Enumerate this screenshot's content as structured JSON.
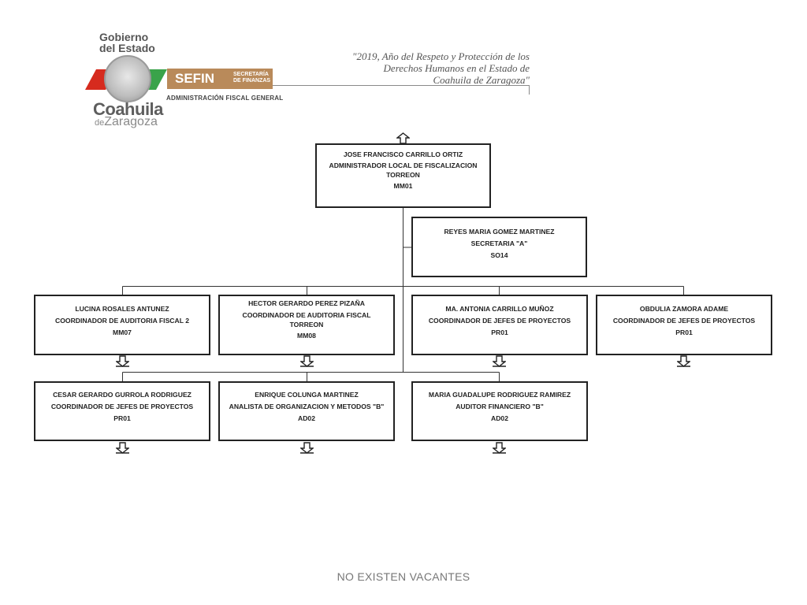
{
  "header": {
    "gobierno": "Gobierno",
    "del_estado": "del Estado",
    "coahuila": "Coahuila",
    "de": "de",
    "zaragoza": "Zaragoza",
    "sefin": "SEFIN",
    "secretaria_finanzas_1": "SECRETARÍA",
    "secretaria_finanzas_2": "DE FINANZAS",
    "admin_fiscal": "ADMINISTRACIÓN FISCAL GENERAL",
    "motto_1": "\"2019, Año del Respeto y Protección de los",
    "motto_2": "Derechos Humanos en el Estado de",
    "motto_3": "Coahuila de Zaragoza\""
  },
  "org": {
    "head": {
      "name": "JOSE FRANCISCO CARRILLO ORTIZ",
      "title": "ADMINISTRADOR LOCAL DE FISCALIZACION",
      "title2": "TORREON",
      "code": "MM01"
    },
    "secretary": {
      "name": "REYES MARIA GOMEZ MARTINEZ",
      "title": "SECRETARIA  \"A\"",
      "code": "SO14"
    },
    "level1": [
      {
        "name": "LUCINA ROSALES ANTUNEZ",
        "title": "COORDINADOR DE AUDITORIA FISCAL 2",
        "code": "MM07"
      },
      {
        "name": "HECTOR GERARDO PEREZ PIZAÑA",
        "title": "COORDINADOR DE AUDITORIA FISCAL",
        "title2": "TORREON",
        "code": "MM08"
      },
      {
        "name": "MA. ANTONIA CARRILLO MUÑOZ",
        "title": "COORDINADOR DE JEFES DE PROYECTOS",
        "code": "PR01"
      },
      {
        "name": "OBDULIA ZAMORA ADAME",
        "title": "COORDINADOR DE JEFES DE PROYECTOS",
        "code": "PR01"
      }
    ],
    "level2": [
      {
        "name": "CESAR GERARDO GURROLA RODRIGUEZ",
        "title": "COORDINADOR DE JEFES DE PROYECTOS",
        "code": "PR01"
      },
      {
        "name": "ENRIQUE COLUNGA MARTINEZ",
        "title": "ANALISTA DE ORGANIZACION Y METODOS \"B\"",
        "code": "AD02"
      },
      {
        "name": "MARIA GUADALUPE RODRIGUEZ RAMIREZ",
        "title": "AUDITOR FINANCIERO \"B\"",
        "code": "AD02"
      }
    ]
  },
  "footer": "NO EXISTEN VACANTES"
}
